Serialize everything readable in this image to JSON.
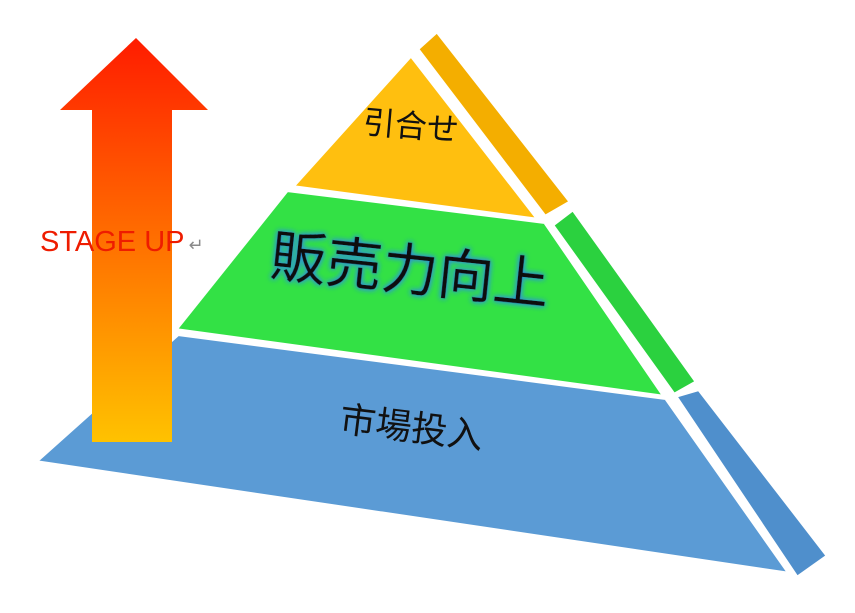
{
  "diagram": {
    "arrow_label": "STAGE UP",
    "arrow_label_mark": "↵",
    "tiers": [
      {
        "label": "引合せ",
        "color": "#ffbf0f",
        "side_color": "#f4ae00"
      },
      {
        "label": "販売力向上",
        "color": "#33e145",
        "side_color": "#2bd13f"
      },
      {
        "label": "市場投入",
        "color": "#5b9bd5",
        "side_color": "#4f8fcc"
      }
    ],
    "arrow_gradient": [
      "#ff1c00",
      "#ffc200"
    ],
    "label_color": "#ee1c00",
    "highlight_text_color": "#f2fbff",
    "highlight_glow_color": "#2f8fe0"
  }
}
